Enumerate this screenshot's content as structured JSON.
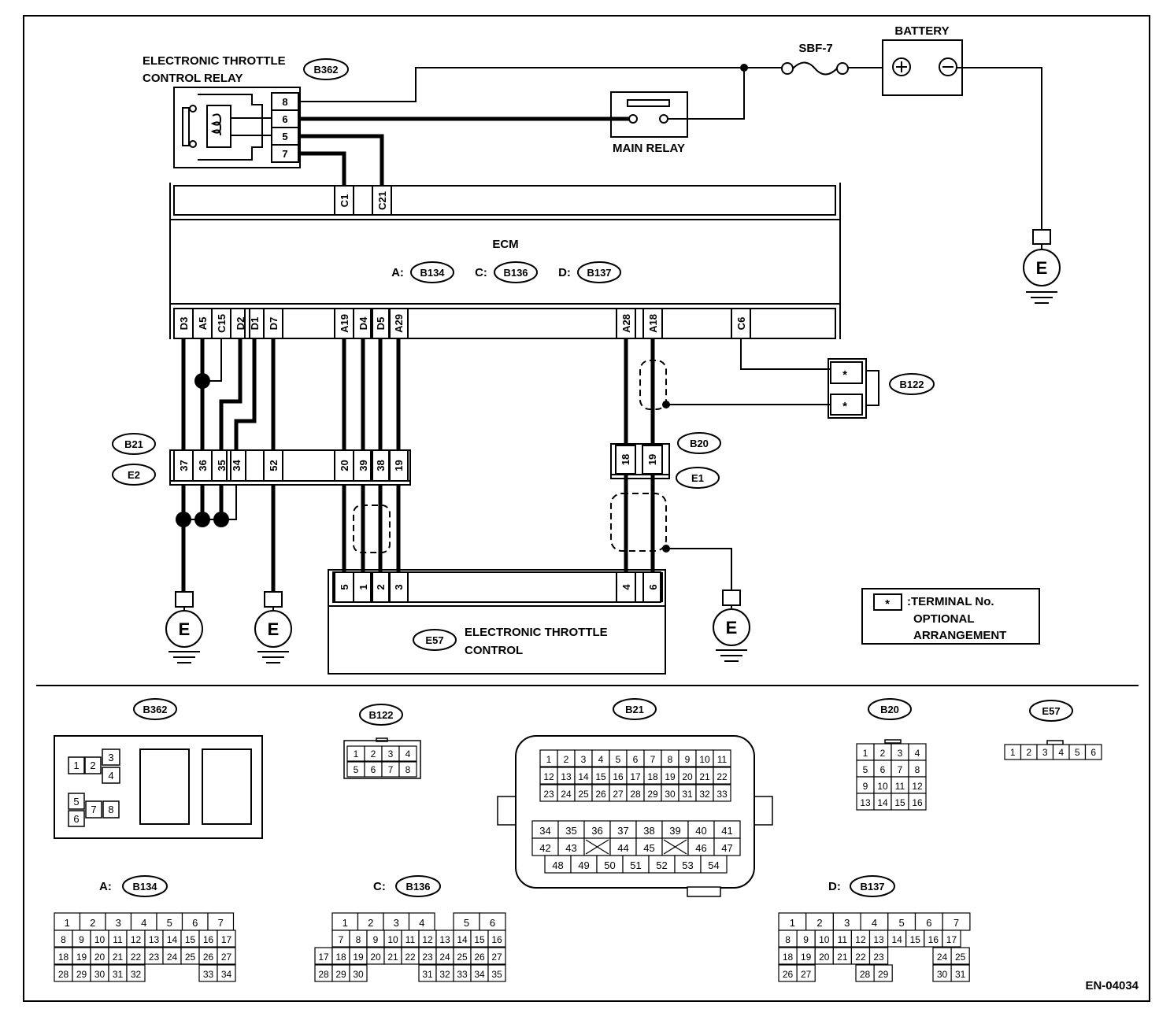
{
  "diagram_id": "EN-04034",
  "components": {
    "relay": {
      "title_line1": "ELECTRONIC THROTTLE",
      "title_line2": "CONTROL RELAY",
      "connector": "B362",
      "pins": [
        "8",
        "6",
        "5",
        "7"
      ]
    },
    "battery": {
      "label": "BATTERY",
      "plus": "+",
      "minus": "−"
    },
    "fuse": {
      "label": "SBF-7"
    },
    "main_relay": {
      "label": "MAIN RELAY"
    },
    "ecm": {
      "label": "ECM",
      "conn_a_prefix": "A:",
      "conn_a": "B134",
      "conn_c_prefix": "C:",
      "conn_c": "B136",
      "conn_d_prefix": "D:",
      "conn_d": "B137",
      "top_pins": [
        "C1",
        "C21"
      ],
      "bottom_pins": [
        "D3",
        "A5",
        "C15",
        "D2",
        "D1",
        "D7",
        "A19",
        "D4",
        "D5",
        "A29",
        "A28",
        "A18",
        "C6"
      ]
    },
    "b122": {
      "connector": "B122",
      "pin_mark": "*"
    },
    "b21": {
      "connector": "B21",
      "connector2": "E2",
      "pins": [
        "37",
        "36",
        "35",
        "34",
        "52",
        "20",
        "39",
        "38",
        "19"
      ]
    },
    "b20": {
      "connector": "B20",
      "connector2": "E1",
      "pins": [
        "18",
        "19"
      ]
    },
    "throttle": {
      "connector": "E57",
      "label_line1": "ELECTRONIC THROTTLE",
      "label_line2": "CONTROL",
      "pins": [
        "5",
        "1",
        "2",
        "3",
        "4",
        "6"
      ]
    },
    "ground": {
      "label": "E"
    },
    "legend": {
      "mark": "*",
      "line1": ":TERMINAL No.",
      "line2": "OPTIONAL",
      "line3": "ARRANGEMENT"
    }
  },
  "connector_views": {
    "b362": {
      "name": "B362",
      "cells": [
        "1",
        "2",
        "3",
        "4",
        "5",
        "6",
        "7",
        "8"
      ]
    },
    "b122": {
      "name": "B122",
      "row1": [
        "1",
        "2",
        "3",
        "4"
      ],
      "row2": [
        "5",
        "6",
        "7",
        "8"
      ]
    },
    "b21": {
      "name": "B21",
      "row1": [
        "1",
        "2",
        "3",
        "4",
        "5",
        "6",
        "7",
        "8",
        "9",
        "10",
        "11"
      ],
      "row2": [
        "12",
        "13",
        "14",
        "15",
        "16",
        "17",
        "18",
        "19",
        "20",
        "21",
        "22"
      ],
      "row3": [
        "23",
        "24",
        "25",
        "26",
        "27",
        "28",
        "29",
        "30",
        "31",
        "32",
        "33"
      ],
      "row4": [
        "34",
        "35",
        "36",
        "37",
        "38",
        "39",
        "40",
        "41"
      ],
      "row5": [
        "42",
        "43",
        "",
        "44",
        "45",
        "",
        "46",
        "47"
      ],
      "row6": [
        "48",
        "49",
        "50",
        "51",
        "52",
        "53",
        "54"
      ]
    },
    "b20": {
      "name": "B20",
      "rows": [
        [
          "1",
          "2",
          "3",
          "4"
        ],
        [
          "5",
          "6",
          "7",
          "8"
        ],
        [
          "9",
          "10",
          "11",
          "12"
        ],
        [
          "13",
          "14",
          "15",
          "16"
        ]
      ]
    },
    "e57": {
      "name": "E57",
      "row": [
        "1",
        "2",
        "3",
        "4",
        "5",
        "6"
      ]
    },
    "b134": {
      "prefix": "A:",
      "name": "B134",
      "row1": [
        "1",
        "2",
        "3",
        "4",
        "5",
        "6",
        "7"
      ],
      "row2": [
        "8",
        "9",
        "10",
        "11",
        "12",
        "13",
        "14",
        "15",
        "16",
        "17"
      ],
      "row3": [
        "18",
        "19",
        "20",
        "21",
        "22",
        "23",
        "24",
        "25",
        "26",
        "27"
      ],
      "row4": [
        "28",
        "29",
        "30",
        "31",
        "32",
        "33",
        "34"
      ]
    },
    "b136": {
      "prefix": "C:",
      "name": "B136",
      "row1": [
        "1",
        "2",
        "3",
        "4",
        "5",
        "6"
      ],
      "row2": [
        "7",
        "8",
        "9",
        "10",
        "11",
        "12",
        "13",
        "14",
        "15",
        "16"
      ],
      "row3": [
        "17",
        "18",
        "19",
        "20",
        "21",
        "22",
        "23",
        "24",
        "25",
        "26",
        "27"
      ],
      "row4": [
        "28",
        "29",
        "30",
        "31",
        "32",
        "33",
        "34",
        "35"
      ]
    },
    "b137": {
      "prefix": "D:",
      "name": "B137",
      "row1": [
        "1",
        "2",
        "3",
        "4",
        "5",
        "6",
        "7"
      ],
      "row2": [
        "8",
        "9",
        "10",
        "11",
        "12",
        "13",
        "14",
        "15",
        "16",
        "17"
      ],
      "row3": [
        "18",
        "19",
        "20",
        "21",
        "22",
        "23",
        "24",
        "25"
      ],
      "row4": [
        "26",
        "27",
        "28",
        "29",
        "30",
        "31"
      ]
    }
  }
}
